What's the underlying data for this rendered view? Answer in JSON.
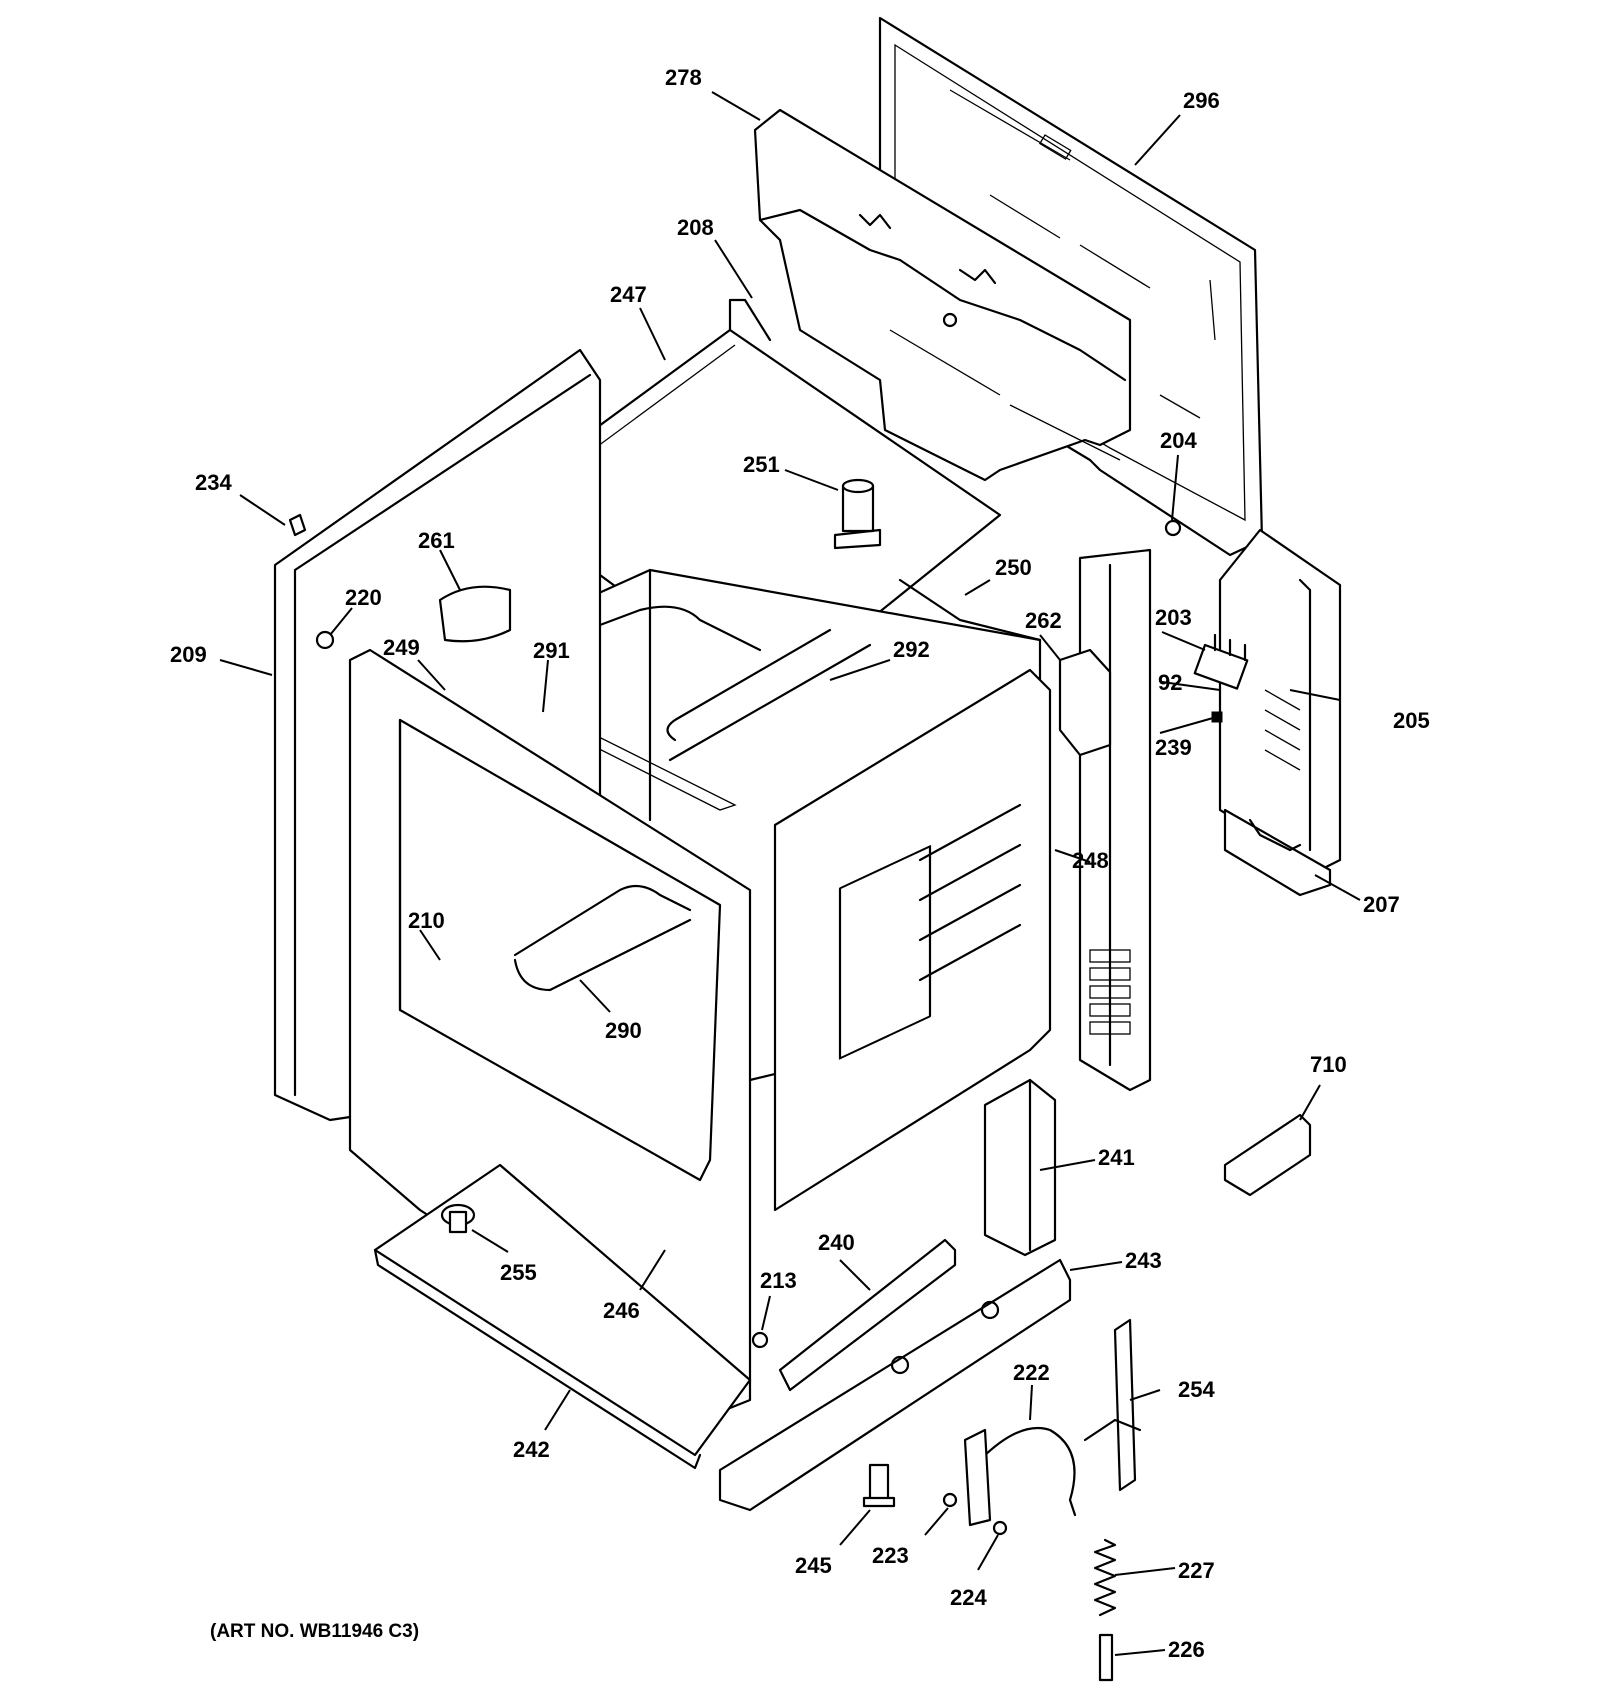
{
  "art_number": "(ART NO. WB11946 C3)",
  "callouts": [
    {
      "id": "278",
      "label": "278"
    },
    {
      "id": "296",
      "label": "296"
    },
    {
      "id": "208",
      "label": "208"
    },
    {
      "id": "247",
      "label": "247"
    },
    {
      "id": "234",
      "label": "234"
    },
    {
      "id": "251",
      "label": "251"
    },
    {
      "id": "204",
      "label": "204"
    },
    {
      "id": "261",
      "label": "261"
    },
    {
      "id": "220",
      "label": "220"
    },
    {
      "id": "250",
      "label": "250"
    },
    {
      "id": "209",
      "label": "209"
    },
    {
      "id": "249",
      "label": "249"
    },
    {
      "id": "291",
      "label": "291"
    },
    {
      "id": "292",
      "label": "292"
    },
    {
      "id": "262",
      "label": "262"
    },
    {
      "id": "203",
      "label": "203"
    },
    {
      "id": "92",
      "label": "92"
    },
    {
      "id": "205",
      "label": "205"
    },
    {
      "id": "239",
      "label": "239"
    },
    {
      "id": "248",
      "label": "248"
    },
    {
      "id": "207",
      "label": "207"
    },
    {
      "id": "210",
      "label": "210"
    },
    {
      "id": "290",
      "label": "290"
    },
    {
      "id": "710",
      "label": "710"
    },
    {
      "id": "241",
      "label": "241"
    },
    {
      "id": "240",
      "label": "240"
    },
    {
      "id": "243",
      "label": "243"
    },
    {
      "id": "255",
      "label": "255"
    },
    {
      "id": "213",
      "label": "213"
    },
    {
      "id": "246",
      "label": "246"
    },
    {
      "id": "222",
      "label": "222"
    },
    {
      "id": "254",
      "label": "254"
    },
    {
      "id": "242",
      "label": "242"
    },
    {
      "id": "245",
      "label": "245"
    },
    {
      "id": "223",
      "label": "223"
    },
    {
      "id": "227",
      "label": "227"
    },
    {
      "id": "224",
      "label": "224"
    },
    {
      "id": "226",
      "label": "226"
    }
  ]
}
